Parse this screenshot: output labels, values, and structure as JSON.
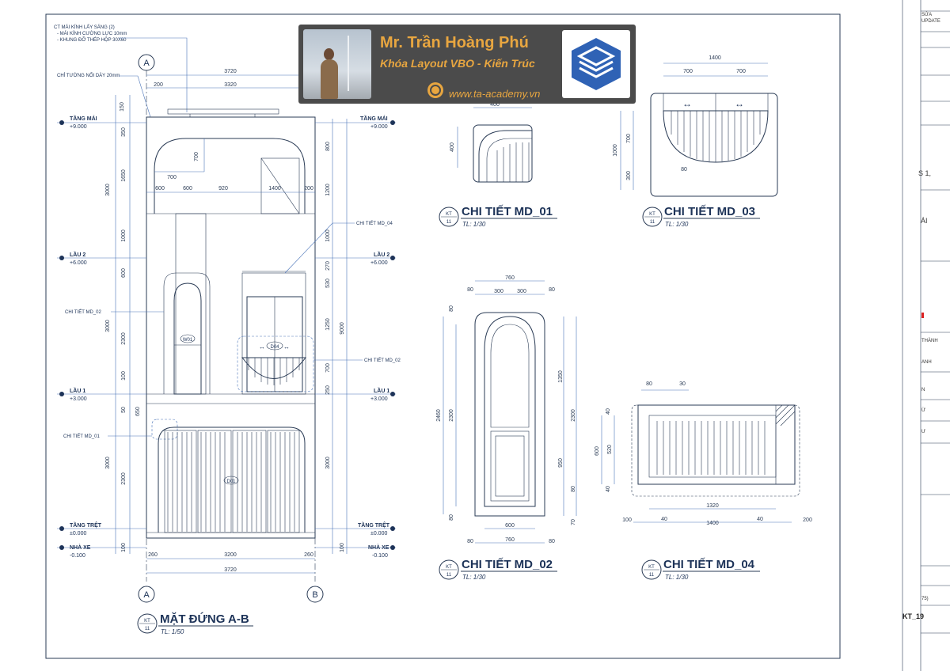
{
  "banner": {
    "name": "Mr. Trần Hoàng Phú",
    "course": "Khóa Layout VBO - Kiến Trúc",
    "website": "www.ta-academy.vn"
  },
  "colors": {
    "ink": "#1d3358",
    "accent": "#e8a640",
    "banner_bg": "#4b4b4b",
    "logo_blue": "#2f62b5"
  },
  "notes": {
    "roof_glass_1": "CT MÁI KÍNH LẤY SÁNG (2)",
    "roof_glass_2": "- MÁI KÍNH CƯỜNG LỰC 10mm",
    "roof_glass_3": "- KHUNG ĐỠ THÉP HỘP 30X60",
    "wall_joint": "CHỈ TƯỜNG NỔI DÀY 20mm",
    "md04_ref": "CHI TIẾT MD_04",
    "md02_ref_left": "CHI TIẾT MD_02",
    "md02_ref_right": "CHI TIẾT MD_02",
    "md01_ref": "CHI TIẾT MD_01"
  },
  "grids": {
    "a_top": "A",
    "a_bottom": "A",
    "b_bottom": "B"
  },
  "levels": {
    "roof_name": "TẦNG MÁI",
    "roof_value": "+9.000",
    "f2_name": "LẦU 2",
    "f2_value": "+6.000",
    "f1_name": "LẦU 1",
    "f1_value": "+3.000",
    "g_name": "TẦNG TRỆT",
    "g_value": "±0.000",
    "garage_name": "NHÀ XE",
    "garage_value": "-0.100"
  },
  "elevation_dims": {
    "top_total": "3720",
    "top_inner": "3320",
    "top_left": "200",
    "left_150": "150",
    "left_350": "350",
    "left_1650": "1650",
    "left_3000a": "3000",
    "left_1000": "1000",
    "left_600": "600",
    "left_2300a": "2300",
    "left_3000b": "3000",
    "left_100a": "100",
    "left_50": "50",
    "left_650": "650",
    "left_2300b": "2300",
    "left_3000c": "3000",
    "left_100b": "100",
    "right_800": "800",
    "right_1200": "1200",
    "right_1000": "1000",
    "right_270": "270",
    "right_530": "530",
    "right_1250": "1250",
    "right_9000": "9000",
    "right_700": "700",
    "right_250": "250",
    "right_3000": "3000",
    "right_100": "100",
    "roof_700w": "700",
    "roof_700h": "700",
    "roof_600a": "600",
    "roof_600b": "600",
    "roof_920": "920",
    "roof_1400": "1400",
    "roof_200": "200",
    "bot_260a": "260",
    "bot_3200": "3200",
    "bot_260b": "260",
    "bot_3720": "3720"
  },
  "tags": {
    "w01": "W01",
    "d04": "D04",
    "d01": "D01"
  },
  "md01": {
    "dim_w": "400",
    "dim_h": "400",
    "title": "CHI TIẾT MD_01",
    "scale": "TL: 1/30",
    "ref_top": "KT",
    "ref_bot": "11"
  },
  "md02": {
    "dim_top": "760",
    "dim_80a": "80",
    "dim_300a": "300",
    "dim_300b": "300",
    "dim_80b": "80",
    "dim_2460": "2460",
    "dim_2300l": "2300",
    "dim_80l_top": "80",
    "dim_80l_bot": "80",
    "dim_1350": "1350",
    "dim_2300r": "2300",
    "dim_950": "950",
    "dim_80r": "80",
    "dim_70": "70",
    "dim_600": "600",
    "dim_760b": "760",
    "dim_80c": "80",
    "dim_80d": "80",
    "title": "CHI TIẾT MD_02",
    "scale": "TL: 1/30",
    "ref_top": "KT",
    "ref_bot": "11"
  },
  "md03": {
    "dim_1400": "1400",
    "dim_700a": "700",
    "dim_700b": "700",
    "dim_1000": "1000",
    "dim_700v": "700",
    "dim_300": "300",
    "dim_80": "80",
    "title": "CHI TIẾT MD_03",
    "scale": "TL: 1/30",
    "ref_top": "KT",
    "ref_bot": "11"
  },
  "md04": {
    "dim_80": "80",
    "dim_30": "30",
    "dim_40a": "40",
    "dim_600": "600",
    "dim_520": "520",
    "dim_40b": "40",
    "dim_1320": "1320",
    "dim_100": "100",
    "dim_40c": "40",
    "dim_1400": "1400",
    "dim_40d": "40",
    "dim_200": "200",
    "title": "CHI TIẾT MD_04",
    "scale": "TL: 1/30",
    "ref_top": "KT",
    "ref_bot": "11"
  },
  "main_view": {
    "title": "MẶT ĐỨNG A-B",
    "scale": "TL: 1/50",
    "ref_top": "KT",
    "ref_bot": "11"
  },
  "sidebar": {
    "t1": "SỬA",
    "t2": "UPDATE",
    "t3": "S 1,",
    "t4": "ÁI",
    "t5": "THÀNH",
    "t6": "ANH",
    "t7": "N",
    "t8": "Ừ",
    "t9": "Ư",
    "t10": "75)",
    "sheet_no": "KT_19"
  }
}
